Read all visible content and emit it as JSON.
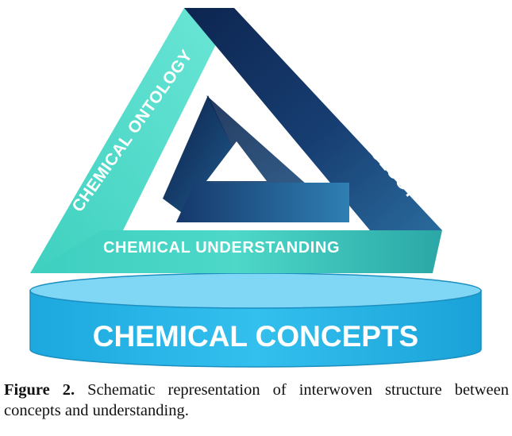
{
  "diagram": {
    "sides": {
      "left": "CHEMICAL ONTOLOGY",
      "right": "CHEMICAL EPISTEMOLOGY",
      "bottom": "CHEMICAL UNDERSTANDING"
    },
    "base": "CHEMICAL CONCEPTS",
    "colors": {
      "teal": "#45d6c4",
      "teal_light": "#8ef0e2",
      "navy": "#0f2a55",
      "navy_mid": "#1d4f85",
      "cylinder": "#2bb8e8",
      "cylinder_top": "#7fd8f6",
      "text_light": "#ffffff"
    }
  },
  "caption": {
    "label": "Figure 2.",
    "text": "Schematic representation of interwoven structure between concepts and understanding."
  }
}
